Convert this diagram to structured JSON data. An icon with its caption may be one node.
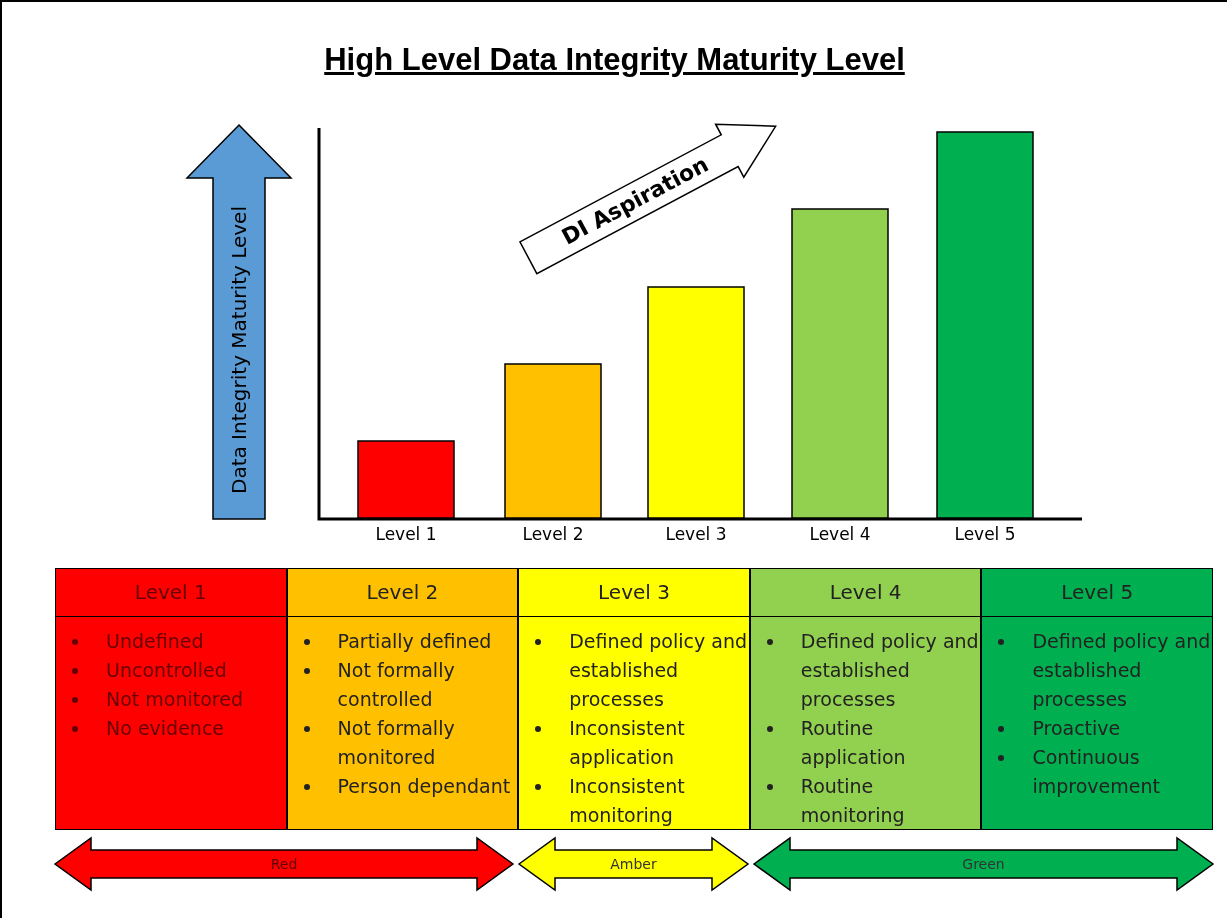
{
  "diagram": {
    "title": "High Level Data Integrity Maturity Level",
    "nodes": [
      {
        "text": [
          "Data Integrity Maturity Level"
        ]
      },
      {
        "text": [
          "DI Aspiration"
        ]
      },
      {
        "text": [
          "Level 1",
          "Undefined",
          "Uncontrolled",
          "Not monitored",
          "No evidence"
        ]
      },
      {
        "text": [
          "Level 2",
          "Partially defined",
          "Not formally controlled",
          "Not formally monitored",
          "Person dependant"
        ]
      },
      {
        "text": [
          "Level 3",
          "Defined policy and established processes",
          "Inconsistent application",
          "Inconsistent monitoring"
        ]
      },
      {
        "text": [
          "Level 4",
          "Defined policy and established processes",
          "Routine application",
          "Routine monitoring"
        ]
      },
      {
        "text": [
          "Level 5",
          "Defined policy and established processes",
          "Proactive",
          "Continuous improvement"
        ]
      },
      {
        "text": [
          "Red"
        ]
      },
      {
        "text": [
          "Amber"
        ]
      },
      {
        "text": [
          "Green"
        ]
      }
    ],
    "labels": [
      "Level 1",
      "Level 2",
      "Level 3",
      "Level 4",
      "Level 5"
    ]
  }
}
